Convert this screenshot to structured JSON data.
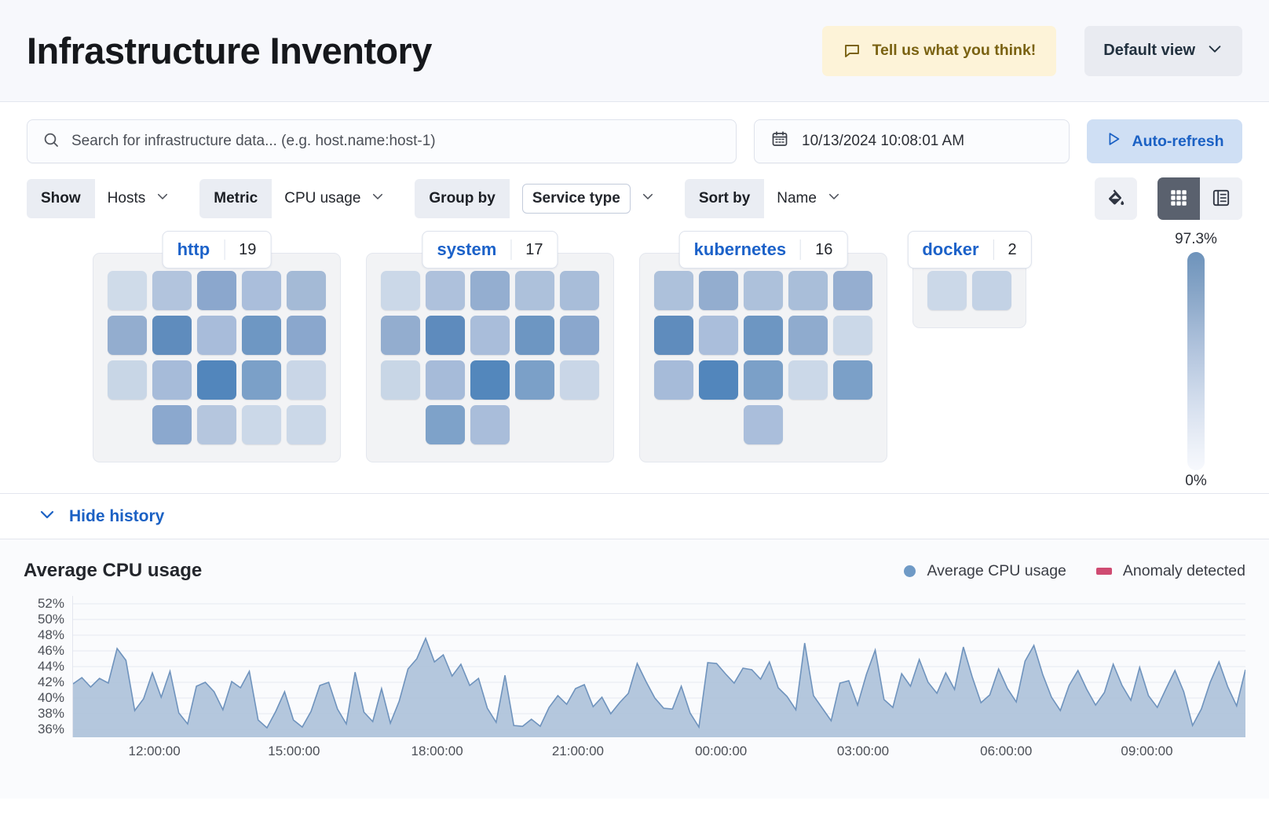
{
  "header": {
    "title": "Infrastructure Inventory",
    "feedback_label": "Tell us what you think!",
    "feedback_icon": "comment-icon",
    "view_label": "Default view",
    "view_icon": "chevron-down-icon"
  },
  "toolbar": {
    "search_placeholder": "Search for infrastructure data... (e.g. host.name:host-1)",
    "search_value": "",
    "search_icon": "search-icon",
    "date_value": "10/13/2024 10:08:01 AM",
    "date_icon": "calendar-icon",
    "refresh_label": "Auto-refresh",
    "refresh_icon": "play-icon",
    "controls": [
      {
        "label": "Show",
        "value": "Hosts",
        "boxed": false
      },
      {
        "label": "Metric",
        "value": "CPU usage",
        "boxed": false
      },
      {
        "label": "Group by",
        "value": "Service type",
        "boxed": true
      },
      {
        "label": "Sort by",
        "value": "Name",
        "boxed": false
      }
    ],
    "palette_icon": "color-fill-icon",
    "grid_view_icon": "grid-view-icon",
    "table_view_icon": "table-view-icon",
    "active_view": "grid"
  },
  "legend_scale": {
    "max_label": "97.3%",
    "min_label": "0%"
  },
  "groups": [
    {
      "name": "http",
      "count": "19",
      "cells": [
        "#cfdbe9",
        "#b2c4dd",
        "#8ba7cd",
        "#aabedb",
        "#a4bad6",
        "#93adcf",
        "#5f8cbd",
        "#a8bcda",
        "#6e97c3",
        "#8aa7cd",
        "#c8d6e6",
        "#a6bbd9",
        "#5286bc",
        "#7ba0c8",
        "#c9d6e7",
        "pad",
        "#8ba8ce",
        "#b5c6de",
        "#cbd8e8",
        "#cbd8e8"
      ]
    },
    {
      "name": "system",
      "count": "17",
      "cells": [
        "#cbd8e8",
        "#aec1dc",
        "#94aed0",
        "#adc1db",
        "#a8bdd9",
        "#93adcf",
        "#5e8bbd",
        "#a9bdda",
        "#6d96c2",
        "#8aa7cd",
        "#c8d6e6",
        "#a6bbd9",
        "#5387bc",
        "#7ba0c8",
        "#c9d6e7",
        "pad",
        "#7ea2c9",
        "#a9bdda",
        "pad",
        "pad"
      ]
    },
    {
      "name": "kubernetes",
      "count": "16",
      "cells": [
        "#adc1db",
        "#93adcf",
        "#adc1db",
        "#a9bed9",
        "#95aed0",
        "#5f8cbd",
        "#aabedb",
        "#6d96c2",
        "#8fabce",
        "#cbd8e8",
        "#a6bbd9",
        "#5286bc",
        "#7ba0c8",
        "#cbd8e8",
        "#7ba0c8",
        "pad",
        "pad",
        "#aabedb",
        "pad",
        "pad"
      ]
    },
    {
      "name": "docker",
      "count": "2",
      "cells": [
        "#cbd8e8",
        "#c3d2e5"
      ]
    }
  ],
  "history": {
    "toggle_label": "Hide history",
    "toggle_icon": "chevron-down-icon"
  },
  "chart_data": {
    "type": "area",
    "title": "Average CPU usage",
    "xlabel": "",
    "ylabel": "",
    "grid": true,
    "legend_position": "top-right",
    "legend": [
      {
        "name": "Average CPU usage",
        "color": "#6f9ac6",
        "marker": "circle"
      },
      {
        "name": "Anomaly detected",
        "color": "#cf4b72",
        "marker": "square"
      }
    ],
    "ylim": [
      35,
      53
    ],
    "yticks": [
      52,
      50,
      48,
      46,
      44,
      42,
      40,
      38,
      36
    ],
    "ytick_labels": [
      "52%",
      "50%",
      "48%",
      "46%",
      "44%",
      "42%",
      "40%",
      "38%",
      "36%"
    ],
    "x": [
      "12:00:00",
      "15:00:00",
      "18:00:00",
      "21:00:00",
      "00:00:00",
      "03:00:00",
      "06:00:00",
      "09:00:00"
    ],
    "xtick_positions_pct": [
      7.0,
      18.9,
      31.1,
      43.1,
      55.3,
      67.4,
      79.6,
      91.6
    ],
    "series": [
      {
        "name": "Average CPU usage",
        "color": "#6f9ac6",
        "values": [
          41.8,
          42.6,
          41.4,
          42.5,
          41.9,
          46.3,
          44.8,
          38.4,
          39.9,
          43.2,
          40.1,
          43.4,
          38.1,
          36.7,
          41.5,
          42.0,
          40.8,
          38.5,
          42.1,
          41.3,
          43.4,
          37.2,
          36.2,
          38.3,
          40.8,
          37.2,
          36.3,
          38.3,
          41.6,
          42.0,
          38.6,
          36.7,
          43.3,
          38.2,
          37.0,
          41.2,
          36.8,
          39.6,
          43.7,
          45.0,
          47.6,
          44.6,
          45.5,
          42.8,
          44.3,
          41.6,
          42.5,
          38.7,
          36.9,
          42.9,
          36.5,
          36.4,
          37.3,
          36.4,
          38.8,
          40.3,
          39.2,
          41.2,
          41.7,
          38.9,
          40.1,
          38.0,
          39.4,
          40.6,
          44.4,
          42.1,
          40.0,
          38.7,
          38.6,
          41.5,
          38.1,
          36.3,
          44.5,
          44.4,
          43.1,
          41.9,
          43.8,
          43.6,
          42.4,
          44.6,
          41.3,
          40.2,
          38.5,
          47.0,
          40.3,
          38.7,
          37.1,
          41.9,
          42.2,
          39.1,
          43.0,
          46.1,
          39.8,
          38.8,
          43.1,
          41.5,
          44.9,
          42.0,
          40.6,
          43.2,
          41.1,
          46.5,
          42.7,
          39.4,
          40.4,
          43.7,
          41.2,
          39.5,
          44.7,
          46.7,
          43.0,
          40.1,
          38.4,
          41.6,
          43.5,
          41.1,
          39.1,
          40.7,
          44.3,
          41.6,
          39.7,
          43.9,
          40.3,
          38.8,
          41.2,
          43.5,
          40.8,
          36.5,
          38.6,
          42.0,
          44.6,
          41.4,
          39.0,
          43.6
        ]
      }
    ]
  }
}
